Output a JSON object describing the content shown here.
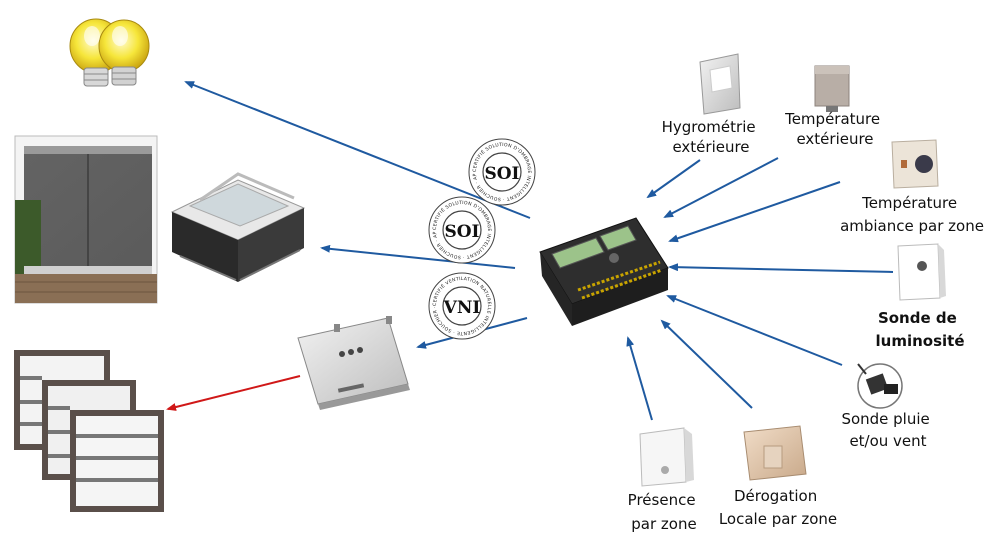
{
  "labels": {
    "hygrometrie": [
      "Hygrométrie",
      "extérieure"
    ],
    "temp_ext": [
      "Température",
      "extérieure"
    ],
    "temp_zone": [
      "Température",
      "ambiance par zone"
    ],
    "luminosite": [
      "Sonde de",
      "luminosité"
    ],
    "pluie_vent": [
      "Sonde pluie",
      "et/ou vent"
    ],
    "presence": [
      "Présence",
      "par zone"
    ],
    "derogation": [
      "Dérogation",
      "Locale par zone"
    ]
  },
  "seals": {
    "soi_top": {
      "title": "SOI",
      "ring": "CERTIFIÉ SOLUTION D'OMBRAGE INTELLIGENT · SOUCHIER · APPAREIL"
    },
    "soi_mid": {
      "title": "SOI",
      "ring": "CERTIFIÉ SOLUTION D'OMBRAGE INTELLIGENT · SOUCHIER · APPAREIL"
    },
    "vni": {
      "title": "VNI",
      "ring": "CERTIFIÉ VENTILATION NATURELLE INTELLIGENTE · SOUCHIER · APPAREIL"
    }
  },
  "colors": {
    "arrow_blue": "#1f5aa0",
    "arrow_red": "#d01818"
  }
}
